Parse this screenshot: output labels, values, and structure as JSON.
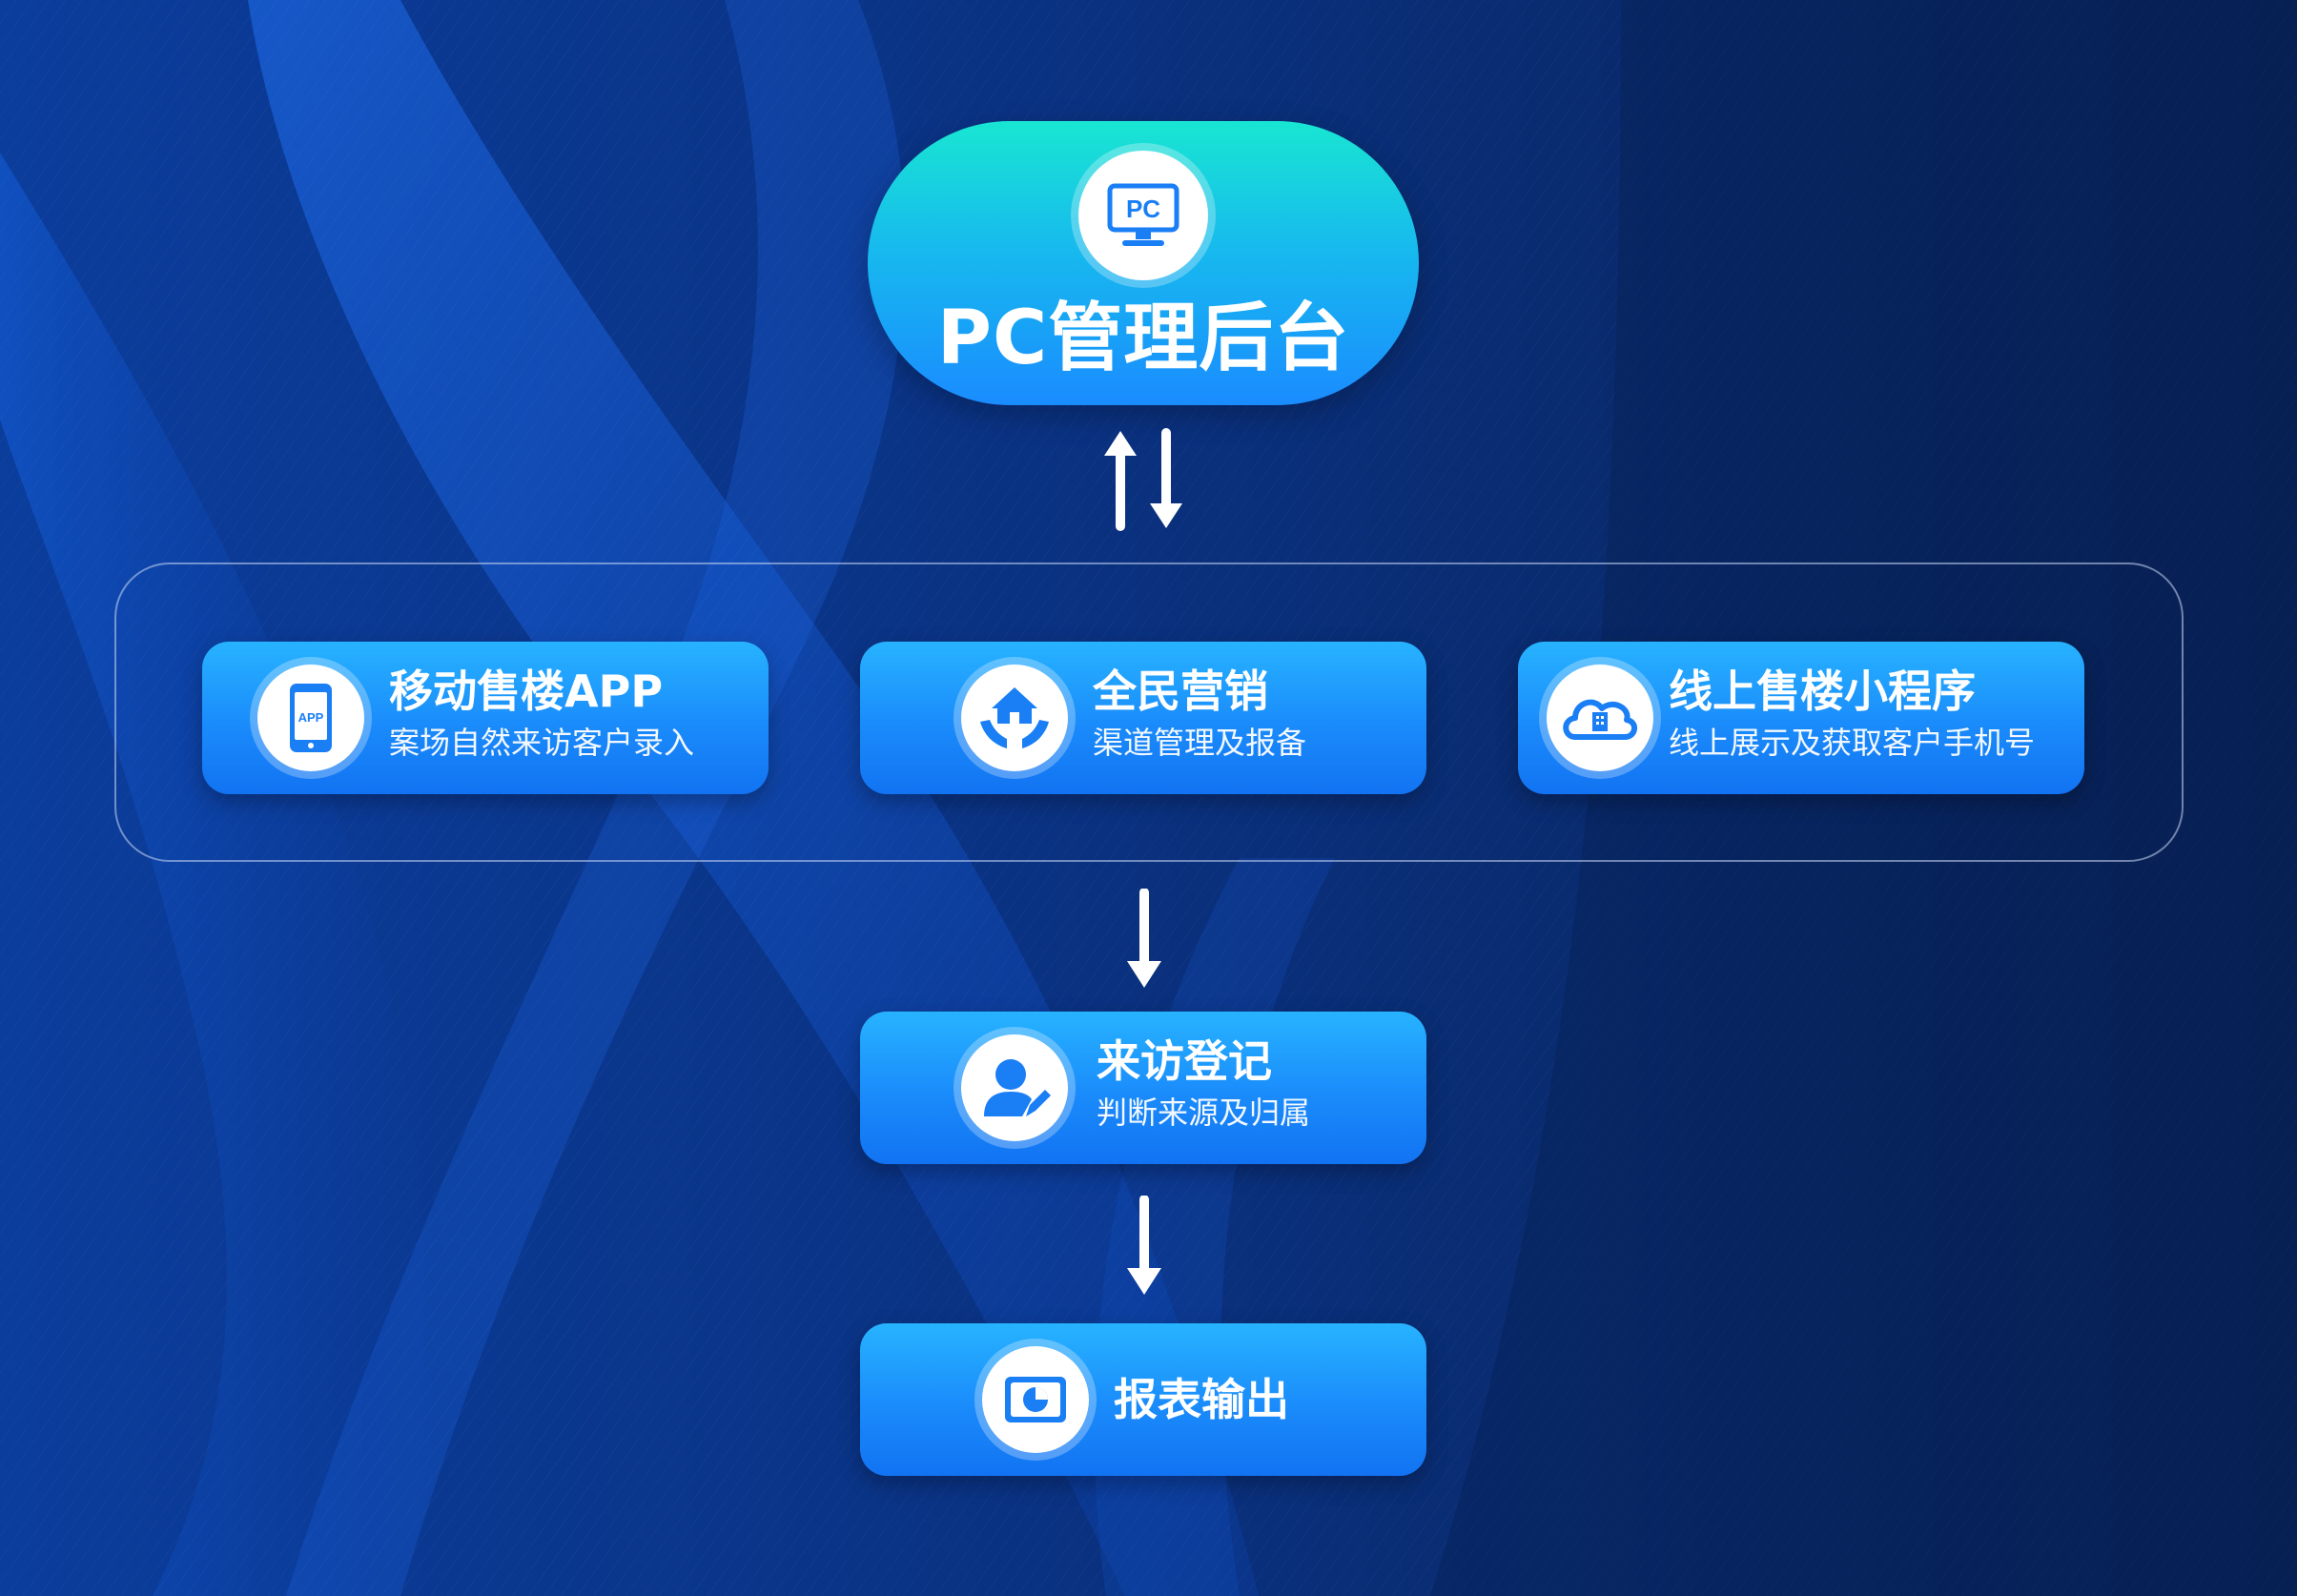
{
  "colors": {
    "background": "#0a2a6e",
    "pill_gradient": [
      "#18e6d2",
      "#1a8cff"
    ],
    "card_gradient": [
      "#27b3ff",
      "#1273f2"
    ],
    "icon_color": "#1a7ef5",
    "text": "#ffffff"
  },
  "top": {
    "title": "PC管理后台",
    "icon": "monitor-pc-icon",
    "icon_text": "PC"
  },
  "channels": [
    {
      "title": "移动售楼APP",
      "subtitle": "案场自然来访客户录入",
      "icon": "phone-app-icon",
      "icon_text": "APP"
    },
    {
      "title": "全民营销",
      "subtitle": "渠道管理及报备",
      "icon": "hand-house-icon"
    },
    {
      "title": "线上售楼小程序",
      "subtitle": "线上展示及获取客户手机号",
      "icon": "cloud-building-icon"
    }
  ],
  "visit": {
    "title": "来访登记",
    "subtitle": "判断来源及归属",
    "icon": "user-edit-icon"
  },
  "report": {
    "title": "报表输出",
    "icon": "chart-screen-icon"
  }
}
